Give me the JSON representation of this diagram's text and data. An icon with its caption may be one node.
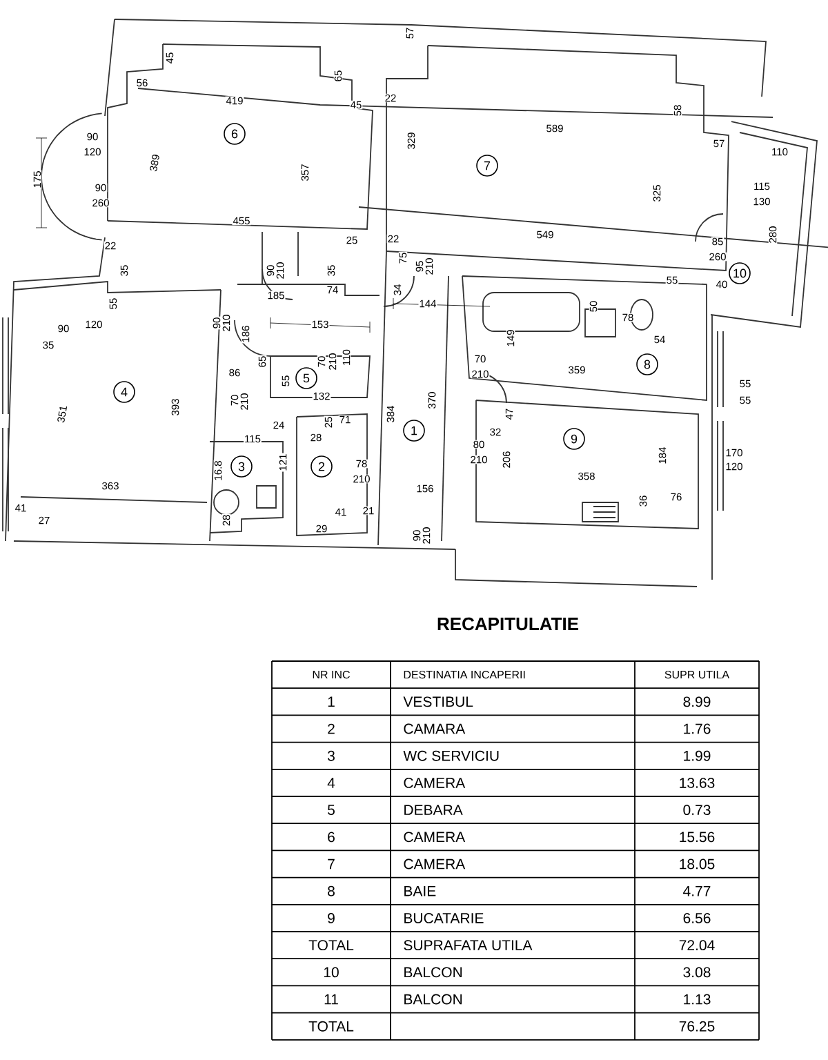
{
  "diagram": {
    "title": "RECAPITULATIE",
    "nodes": [
      {
        "text": [
          "6"
        ]
      },
      {
        "text": [
          "7"
        ]
      },
      {
        "text": [
          "10"
        ]
      },
      {
        "text": [
          "4"
        ]
      },
      {
        "text": [
          "5"
        ]
      },
      {
        "text": [
          "1"
        ]
      },
      {
        "text": [
          "8"
        ]
      },
      {
        "text": [
          "3"
        ]
      },
      {
        "text": [
          "2"
        ]
      },
      {
        "text": [
          "9"
        ]
      }
    ],
    "edges": [],
    "labels": [
      "56",
      "45",
      "419",
      "389",
      "357",
      "455",
      "65",
      "45",
      "90",
      "120",
      "175",
      "90",
      "260",
      "22",
      "35",
      "25",
      "35",
      "22",
      "75",
      "57",
      "22",
      "589",
      "329",
      "325",
      "549",
      "58",
      "57",
      "110",
      "115",
      "130",
      "280",
      "85",
      "260",
      "55",
      "40",
      "90",
      "210",
      "95",
      "210",
      "185",
      "74",
      "34",
      "144",
      "153",
      "90",
      "210",
      "186",
      "86",
      "65",
      "55",
      "70",
      "210",
      "110",
      "132",
      "70",
      "210",
      "24",
      "115",
      "28",
      "25",
      "71",
      "384",
      "78",
      "210",
      "16.8",
      "121",
      "28",
      "41",
      "21",
      "29",
      "156",
      "90",
      "210",
      "55",
      "90",
      "120",
      "35",
      "351",
      "393",
      "363",
      "41",
      "27",
      "370",
      "149",
      "70",
      "210",
      "50",
      "78",
      "54",
      "359",
      "55",
      "55",
      "47",
      "32",
      "80",
      "210",
      "206",
      "358",
      "184",
      "170",
      "120",
      "76",
      "36",
      "NR INC",
      "DESTINATIA INCAPERII",
      "SUPR UTILA",
      "1",
      "VESTIBUL",
      "8.99",
      "2",
      "CAMARA",
      "1.76",
      "3",
      "WC SERVICIU",
      "1.99",
      "4",
      "CAMERA",
      "13.63",
      "5",
      "DEBARA",
      "0.73",
      "6",
      "CAMERA",
      "15.56",
      "7",
      "CAMERA",
      "18.05",
      "8",
      "BAIE",
      "4.77",
      "9",
      "BUCATARIE",
      "6.56",
      "TOTAL",
      "SUPRAFATA UTILA",
      "72.04",
      "10",
      "BALCON",
      "3.08",
      "11",
      "BALCON",
      "1.13",
      "TOTAL",
      "76.25"
    ]
  }
}
